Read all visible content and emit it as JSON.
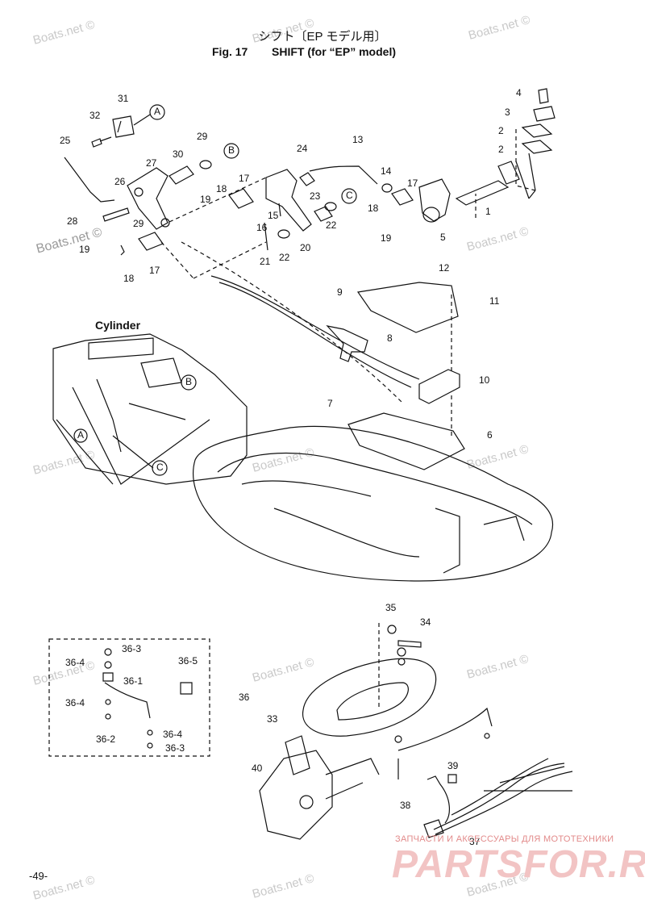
{
  "header": {
    "title_jp": "シフト〔EP モデル用〕",
    "fig_label": "Fig. 17",
    "title_en": "SHIFT (for “EP” model)"
  },
  "inset": {
    "label": "Cylinder"
  },
  "callout_letters": [
    "A",
    "B",
    "C"
  ],
  "watermark": "Boats.net ©",
  "brand": {
    "tagline": "ЗАПЧАСТИ И АКСЕССУАРЫ ДЛЯ МОТОТЕХНИКИ",
    "name": "PARTSFOR.RU"
  },
  "page_number": "-49-",
  "part_numbers": {
    "p1": "1",
    "p2a": "2",
    "p2b": "2",
    "p3": "3",
    "p4": "4",
    "p5": "5",
    "p6": "6",
    "p7": "7",
    "p8": "8",
    "p9": "9",
    "p10": "10",
    "p11": "11",
    "p12": "12",
    "p13": "13",
    "p14": "14",
    "p15": "15",
    "p16": "16",
    "p17a": "17",
    "p17b": "17",
    "p17c": "17",
    "p18a": "18",
    "p18b": "18",
    "p18c": "18",
    "p19a": "19",
    "p19b": "19",
    "p19c": "19",
    "p20": "20",
    "p21": "21",
    "p22a": "22",
    "p22b": "22",
    "p23": "23",
    "p24": "24",
    "p25": "25",
    "p26": "26",
    "p27": "27",
    "p28": "28",
    "p29a": "29",
    "p29b": "29",
    "p30": "30",
    "p31": "31",
    "p32": "32",
    "p33": "33",
    "p34": "34",
    "p35": "35",
    "p36": "36",
    "p36_1": "36-1",
    "p36_2": "36-2",
    "p36_3a": "36-3",
    "p36_3b": "36-3",
    "p36_4a": "36-4",
    "p36_4b": "36-4",
    "p36_4c": "36-4",
    "p36_5": "36-5",
    "p37": "37",
    "p38": "38",
    "p39": "39",
    "p40": "40"
  }
}
